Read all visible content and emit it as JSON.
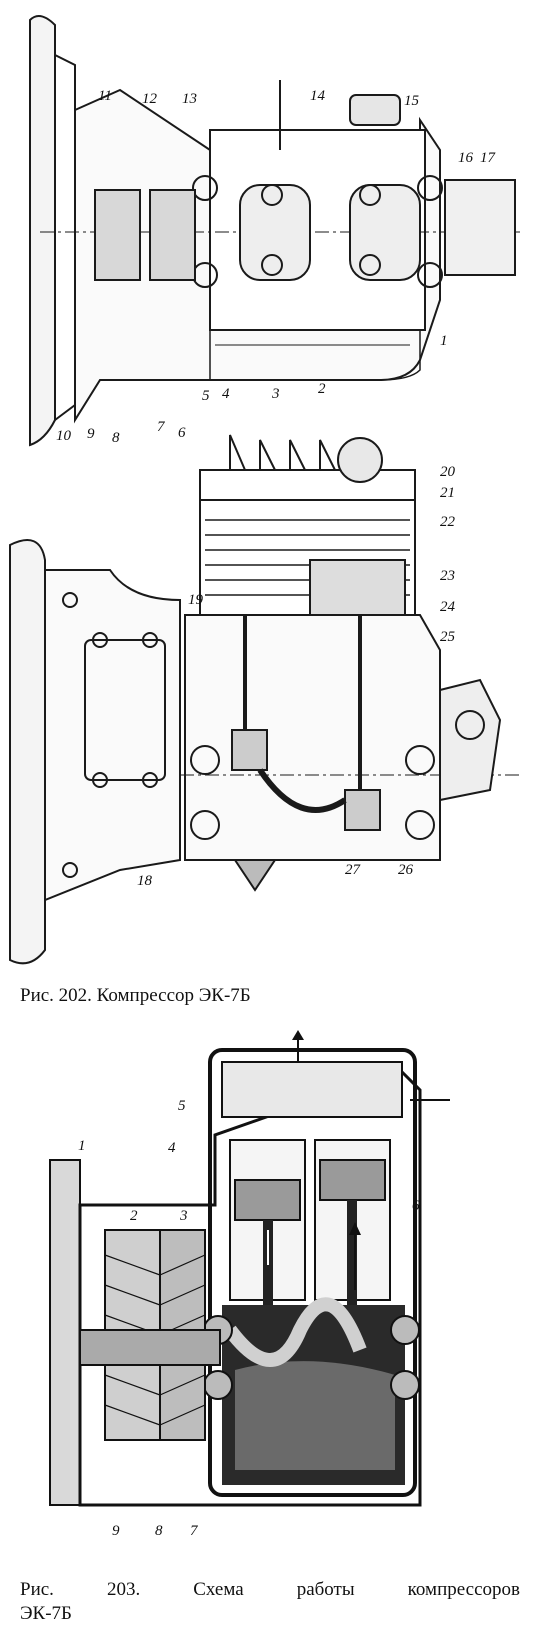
{
  "figures": [
    {
      "id": "fig-202",
      "caption": "Рис. 202. Компрессор ЭК-7Б",
      "callouts": [
        "1",
        "2",
        "3",
        "4",
        "5",
        "6",
        "7",
        "8",
        "9",
        "10",
        "11",
        "12",
        "13",
        "14",
        "15",
        "16",
        "17",
        "18",
        "19",
        "20",
        "21",
        "22",
        "23",
        "24",
        "25",
        "26",
        "27"
      ]
    },
    {
      "id": "fig-203",
      "caption_line1": "Рис.  203.  Схема  работы  компрессоров",
      "caption_line2": "ЭК-7Б",
      "callouts": [
        "1",
        "2",
        "3",
        "4",
        "5",
        "6",
        "7",
        "8",
        "9"
      ]
    }
  ]
}
